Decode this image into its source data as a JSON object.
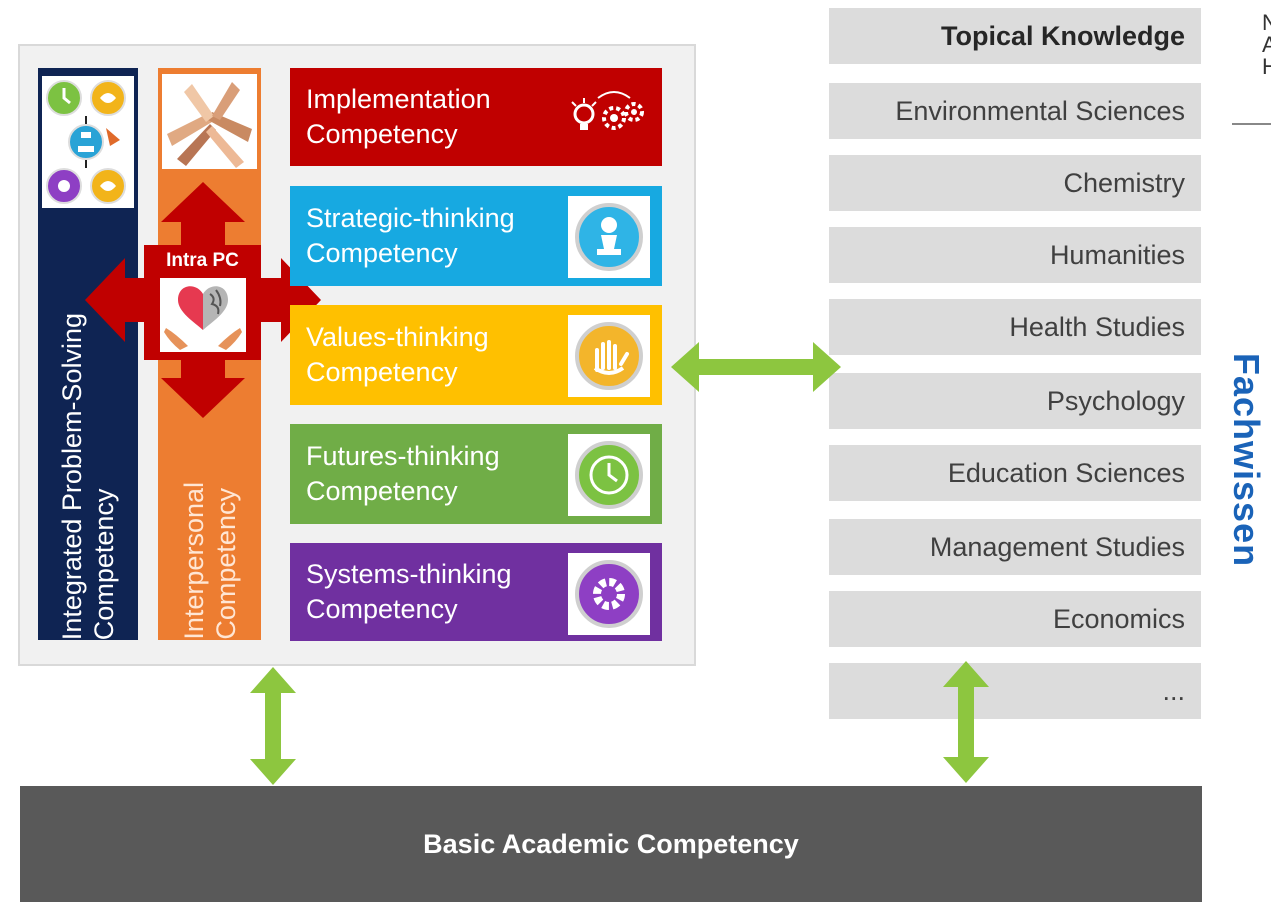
{
  "left_panel": {
    "integrated_problem_solving": "Integrated Problem-Solving\nCompetency",
    "interpersonal": "Interpersonal\nCompetency",
    "intra_pc": "Intra PC",
    "competencies": [
      {
        "line1": "Implementation",
        "line2": "Competency",
        "icon": "lightbulb-gears-icon",
        "color": "#c00000"
      },
      {
        "line1": "Strategic-thinking",
        "line2": "Competency",
        "icon": "chess-pawn-icon",
        "color": "#17a9e1"
      },
      {
        "line1": "Values-thinking",
        "line2": "Competency",
        "icon": "hands-icon",
        "color": "#ffc000"
      },
      {
        "line1": "Futures-thinking",
        "line2": "Competency",
        "icon": "clock-icon",
        "color": "#70ad47"
      },
      {
        "line1": "Systems-thinking",
        "line2": "Competency",
        "icon": "gear-icon",
        "color": "#7030a0"
      }
    ]
  },
  "topical": {
    "header": "Topical Knowledge",
    "items": [
      "Environmental Sciences",
      "Chemistry",
      "Humanities",
      "Health Studies",
      "Psychology",
      "Education Sciences",
      "Management Studies",
      "Economics",
      "..."
    ]
  },
  "basic": "Basic Academic Competency",
  "side_title": "Fachwissen",
  "corner_text": "N\nA\nH"
}
